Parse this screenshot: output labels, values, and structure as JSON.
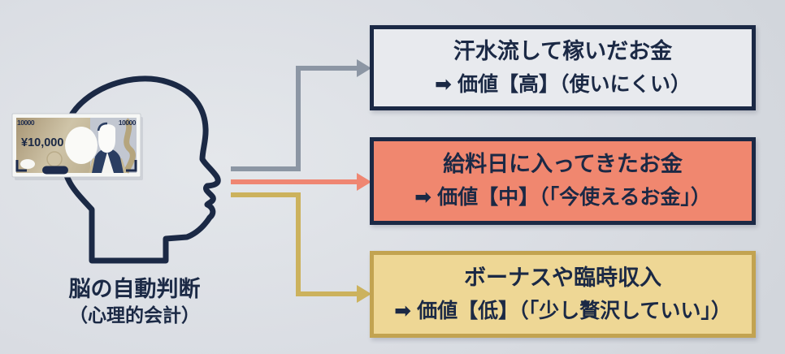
{
  "palette": {
    "bg": "#dadde3",
    "navy": "#1b2945",
    "arrow-gray": "#8c96a4",
    "arrow-salmon": "#ef8672",
    "arrow-tan": "#ccb25d"
  },
  "head": {
    "caption_line1": "脳の自動判断",
    "caption_line2": "（心理的会計）"
  },
  "banknote": {
    "amount": "¥10,000",
    "corner_value": "10000"
  },
  "boxes": [
    {
      "line1": "汗水流して稼いだお金",
      "line2": "➡ 価値【高】（使いにくい）",
      "fill": "#e8eaee",
      "border": "#1b2945",
      "arrow_color": "#8c96a4"
    },
    {
      "line1": "給料日に入ってきたお金",
      "line2": "➡ 価値【中】（「今使えるお金」）",
      "fill": "#f0876f",
      "border": "#1b2945",
      "arrow_color": "#ef8672"
    },
    {
      "line1": "ボーナスや臨時収入",
      "line2": "➡ 価値【低】（「少し贅沢していい」）",
      "fill": "#eed795",
      "border": "#c2a351",
      "arrow_color": "#ccb25d"
    }
  ]
}
